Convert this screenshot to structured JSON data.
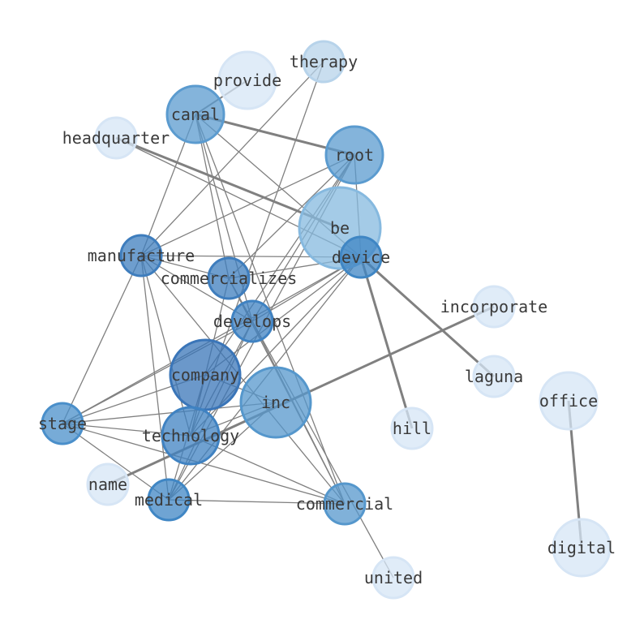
{
  "graph": {
    "nodes": [
      {
        "id": "therapy",
        "label": "therapy",
        "color": "#b7d3ea"
      },
      {
        "id": "provide",
        "label": "provide",
        "color": "#d6e5f5"
      },
      {
        "id": "canal",
        "label": "canal",
        "color": "#5b9bcf"
      },
      {
        "id": "headquarter",
        "label": "headquarter",
        "color": "#d6e5f5"
      },
      {
        "id": "root",
        "label": "root",
        "color": "#5b9bcf"
      },
      {
        "id": "be",
        "label": "be",
        "color": "#86b9df"
      },
      {
        "id": "device",
        "label": "device",
        "color": "#3f86c4"
      },
      {
        "id": "manufacture",
        "label": "manufacture",
        "color": "#3e7dbd"
      },
      {
        "id": "commercializes",
        "label": "commercializes",
        "color": "#3e7dbd"
      },
      {
        "id": "develops",
        "label": "develops",
        "color": "#3f82c2"
      },
      {
        "id": "incorporate",
        "label": "incorporate",
        "color": "#d6e5f5"
      },
      {
        "id": "laguna",
        "label": "laguna",
        "color": "#d6e5f5"
      },
      {
        "id": "company",
        "label": "company",
        "color": "#3a75b8"
      },
      {
        "id": "inc",
        "label": "inc",
        "color": "#5597cc"
      },
      {
        "id": "office",
        "label": "office",
        "color": "#d6e5f5"
      },
      {
        "id": "hill",
        "label": "hill",
        "color": "#d6e5f5"
      },
      {
        "id": "stage",
        "label": "stage",
        "color": "#4a8fca"
      },
      {
        "id": "technology",
        "label": "technology",
        "color": "#3f82c2"
      },
      {
        "id": "name",
        "label": "name",
        "color": "#d6e5f5"
      },
      {
        "id": "medical",
        "label": "medical",
        "color": "#3f86c4"
      },
      {
        "id": "commercial",
        "label": "commercial",
        "color": "#5597cc"
      },
      {
        "id": "digital",
        "label": "digital",
        "color": "#d6e5f5"
      },
      {
        "id": "united",
        "label": "united",
        "color": "#d6e5f5"
      }
    ],
    "edges": [
      [
        "canal",
        "root",
        3
      ],
      [
        "canal",
        "provide",
        2
      ],
      [
        "canal",
        "manufacture",
        1
      ],
      [
        "canal",
        "commercializes",
        1
      ],
      [
        "canal",
        "develops",
        1
      ],
      [
        "canal",
        "device",
        1
      ],
      [
        "canal",
        "commercial",
        1
      ],
      [
        "headquarter",
        "be",
        3
      ],
      [
        "headquarter",
        "device",
        1
      ],
      [
        "therapy",
        "manufacture",
        1
      ],
      [
        "therapy",
        "technology",
        1
      ],
      [
        "root",
        "device",
        1
      ],
      [
        "root",
        "manufacture",
        1
      ],
      [
        "root",
        "commercializes",
        1
      ],
      [
        "root",
        "develops",
        1
      ],
      [
        "root",
        "company",
        1
      ],
      [
        "root",
        "medical",
        1
      ],
      [
        "device",
        "hill",
        3
      ],
      [
        "device",
        "laguna",
        3
      ],
      [
        "device",
        "manufacture",
        1
      ],
      [
        "device",
        "commercializes",
        1
      ],
      [
        "device",
        "develops",
        1
      ],
      [
        "device",
        "company",
        1
      ],
      [
        "device",
        "stage",
        1
      ],
      [
        "device",
        "technology",
        1
      ],
      [
        "device",
        "medical",
        1
      ],
      [
        "manufacture",
        "commercializes",
        1
      ],
      [
        "manufacture",
        "develops",
        1
      ],
      [
        "manufacture",
        "stage",
        1
      ],
      [
        "manufacture",
        "technology",
        1
      ],
      [
        "manufacture",
        "medical",
        1
      ],
      [
        "manufacture",
        "commercial",
        1
      ],
      [
        "commercializes",
        "develops",
        1
      ],
      [
        "commercializes",
        "technology",
        1
      ],
      [
        "commercializes",
        "commercial",
        1
      ],
      [
        "commercializes",
        "united",
        1
      ],
      [
        "develops",
        "stage",
        1
      ],
      [
        "develops",
        "technology",
        1
      ],
      [
        "develops",
        "medical",
        1
      ],
      [
        "develops",
        "commercial",
        1
      ],
      [
        "incorporate",
        "name",
        3
      ],
      [
        "company",
        "stage",
        1
      ],
      [
        "company",
        "technology",
        1
      ],
      [
        "company",
        "medical",
        1
      ],
      [
        "company",
        "inc",
        1
      ],
      [
        "inc",
        "stage",
        1
      ],
      [
        "inc",
        "technology",
        1
      ],
      [
        "inc",
        "medical",
        1
      ],
      [
        "stage",
        "technology",
        1
      ],
      [
        "stage",
        "medical",
        1
      ],
      [
        "stage",
        "commercial",
        1
      ],
      [
        "technology",
        "commercial",
        1
      ],
      [
        "medical",
        "commercial",
        1
      ],
      [
        "office",
        "digital",
        3
      ]
    ]
  }
}
